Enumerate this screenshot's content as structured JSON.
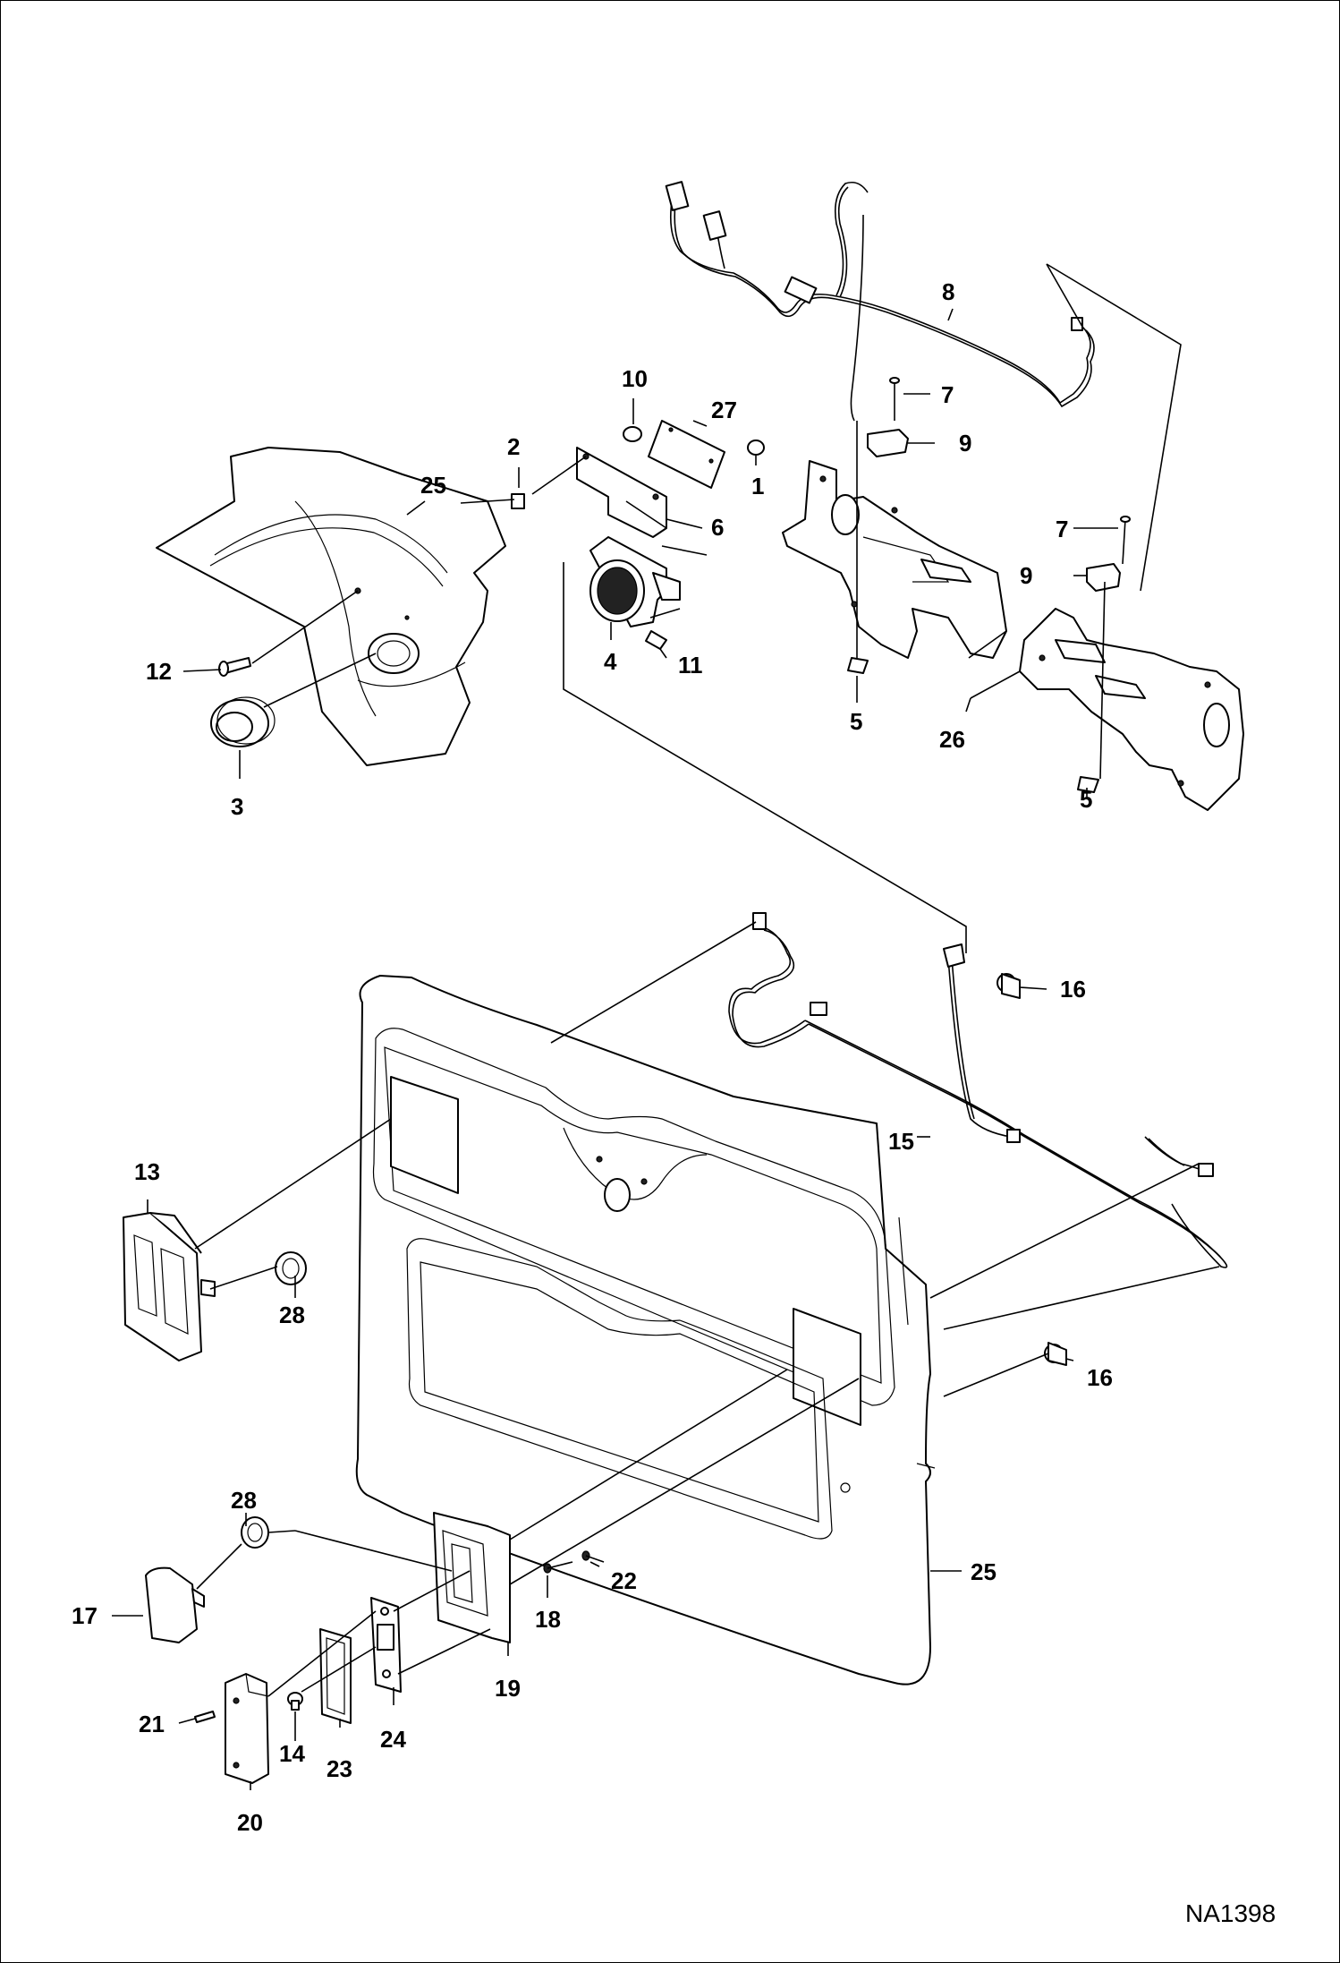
{
  "diagram": {
    "drawing_id": "NA1398",
    "callouts": [
      {
        "id": "c1",
        "label": "1"
      },
      {
        "id": "c2",
        "label": "2"
      },
      {
        "id": "c3",
        "label": "3"
      },
      {
        "id": "c4",
        "label": "4"
      },
      {
        "id": "c5a",
        "label": "5"
      },
      {
        "id": "c5b",
        "label": "5"
      },
      {
        "id": "c6",
        "label": "6"
      },
      {
        "id": "c7a",
        "label": "7"
      },
      {
        "id": "c7b",
        "label": "7"
      },
      {
        "id": "c8",
        "label": "8"
      },
      {
        "id": "c9a",
        "label": "9"
      },
      {
        "id": "c9b",
        "label": "9"
      },
      {
        "id": "c10",
        "label": "10"
      },
      {
        "id": "c11",
        "label": "11"
      },
      {
        "id": "c12",
        "label": "12"
      },
      {
        "id": "c13",
        "label": "13"
      },
      {
        "id": "c14",
        "label": "14"
      },
      {
        "id": "c15",
        "label": "15"
      },
      {
        "id": "c16a",
        "label": "16"
      },
      {
        "id": "c16b",
        "label": "16"
      },
      {
        "id": "c17",
        "label": "17"
      },
      {
        "id": "c18",
        "label": "18"
      },
      {
        "id": "c19",
        "label": "19"
      },
      {
        "id": "c20",
        "label": "20"
      },
      {
        "id": "c21",
        "label": "21"
      },
      {
        "id": "c22",
        "label": "22"
      },
      {
        "id": "c23",
        "label": "23"
      },
      {
        "id": "c24",
        "label": "24"
      },
      {
        "id": "c25a",
        "label": "25"
      },
      {
        "id": "c25b",
        "label": "25"
      },
      {
        "id": "c26",
        "label": "26"
      },
      {
        "id": "c27",
        "label": "27"
      },
      {
        "id": "c28a",
        "label": "28"
      },
      {
        "id": "c28b",
        "label": "28"
      }
    ]
  }
}
